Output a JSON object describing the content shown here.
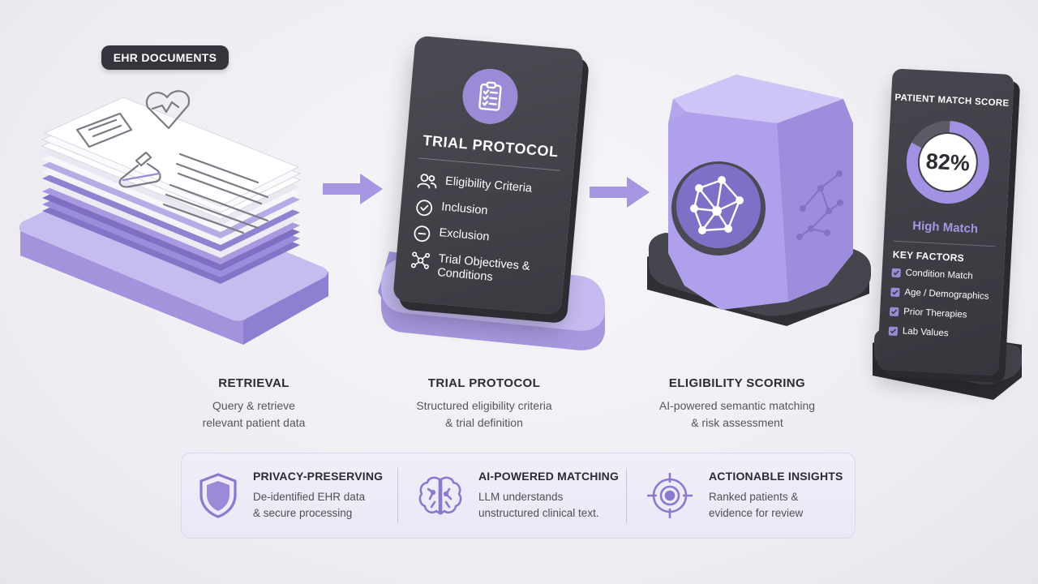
{
  "ehr_label": "EHR DOCUMENTS",
  "protocol_card": {
    "title": "TRIAL PROTOCOL",
    "items": [
      {
        "icon": "users-icon",
        "label": "Eligibility Criteria"
      },
      {
        "icon": "check-circle-icon",
        "label": "Inclusion"
      },
      {
        "icon": "minus-circle-icon",
        "label": "Exclusion"
      },
      {
        "icon": "network-icon",
        "label": "Trial Objectives &",
        "label2": "Conditions"
      }
    ]
  },
  "score_panel": {
    "title": "PATIENT MATCH SCORE",
    "score_value": 82,
    "score_text": "82%",
    "level": "High Match",
    "factors_title": "KEY FACTORS",
    "factors": [
      "Condition Match",
      "Age / Demographics",
      "Prior Therapies",
      "Lab Values"
    ]
  },
  "stages": [
    {
      "title": "RETRIEVAL",
      "line1": "Query & retrieve",
      "line2": "relevant patient data"
    },
    {
      "title": "TRIAL PROTOCOL",
      "line1": "Structured eligibility criteria",
      "line2": "& trial definition"
    },
    {
      "title": "ELIGIBILITY SCORING",
      "line1": "AI-powered semantic matching",
      "line2": "& risk assessment"
    }
  ],
  "features": [
    {
      "icon": "shield-icon",
      "title": "PRIVACY-PRESERVING",
      "line1": "De-identified EHR data",
      "line2": "& secure processing"
    },
    {
      "icon": "brain-icon",
      "title": "AI-POWERED MATCHING",
      "line1": "LLM understands",
      "line2": "unstructured clinical text."
    },
    {
      "icon": "target-icon",
      "title": "ACTIONABLE INSIGHTS",
      "line1": "Ranked patients &",
      "line2": "evidence for review"
    }
  ],
  "colors": {
    "accent": "#9b8bd6",
    "accent_light": "#c4b8ef",
    "dark": "#3a3a41"
  }
}
